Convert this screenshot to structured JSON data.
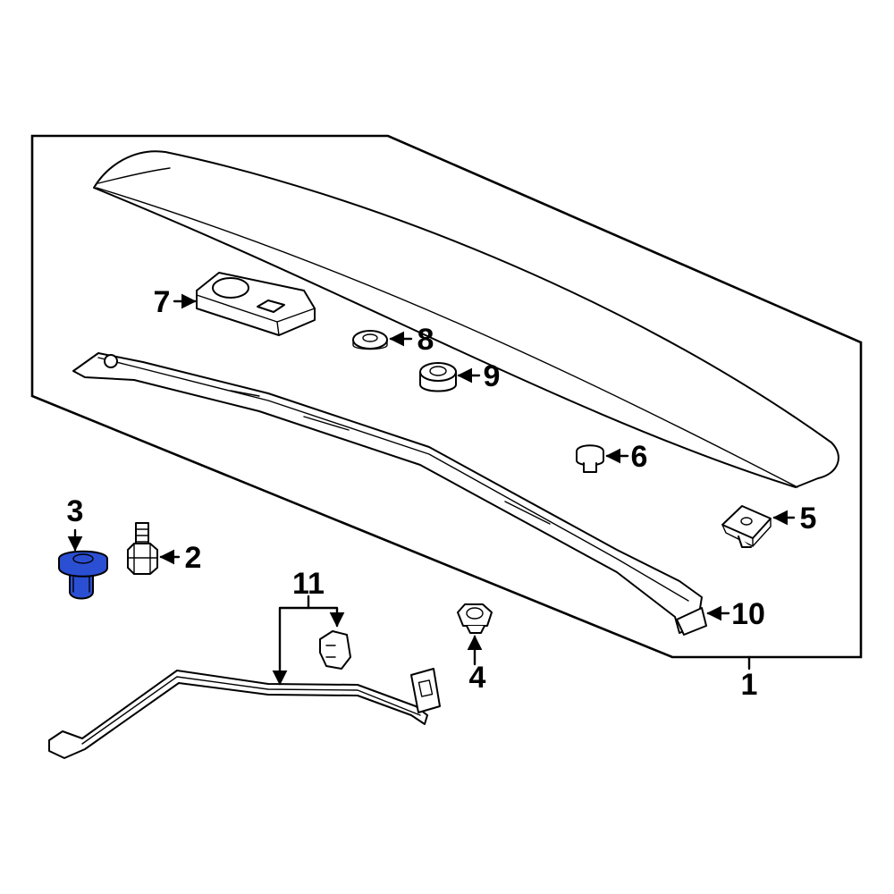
{
  "diagram": {
    "highlight_color": "#2b4fd3",
    "callouts": {
      "c1": "1",
      "c2": "2",
      "c3": "3",
      "c4": "4",
      "c5": "5",
      "c6": "6",
      "c7": "7",
      "c8": "8",
      "c9": "9",
      "c10": "10",
      "c11": "11"
    }
  }
}
